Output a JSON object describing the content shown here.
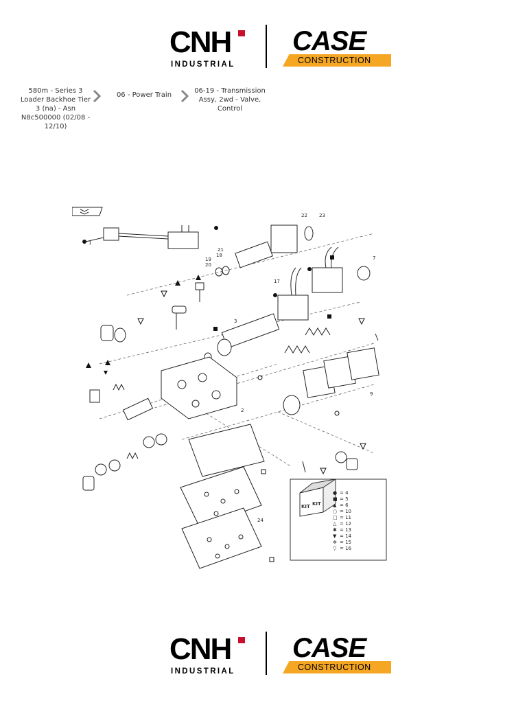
{
  "brand": {
    "cnh": "CNH",
    "cnh_sub": "INDUSTRIAL",
    "case": "CASE",
    "case_sub": "CONSTRUCTION",
    "accent": "#f5a623",
    "red": "#c8102e"
  },
  "breadcrumb": [
    {
      "label": "580m - Series 3 Loader Backhoe Tier 3 (na) - Asn N8c500000 (02/08 - 12/10)"
    },
    {
      "label": "06 - Power Train"
    },
    {
      "label": "06-19 - Transmission Assy, 2wd - Valve, Control"
    }
  ],
  "diagram": {
    "callouts": [
      "1",
      "22",
      "23",
      "21",
      "19",
      "18",
      "20",
      "17",
      "7",
      "3",
      "2",
      "9",
      "24"
    ],
    "kit": {
      "label": "KIT",
      "legend": [
        {
          "symbol": "●",
          "value": "= 4"
        },
        {
          "symbol": "■",
          "value": "= 5"
        },
        {
          "symbol": "▲",
          "value": "= 6"
        },
        {
          "symbol": "○",
          "value": "= 10"
        },
        {
          "symbol": "□",
          "value": "= 11"
        },
        {
          "symbol": "△",
          "value": "= 12"
        },
        {
          "symbol": "✱",
          "value": "= 13"
        },
        {
          "symbol": "▼",
          "value": "= 14"
        },
        {
          "symbol": "✲",
          "value": "= 15"
        },
        {
          "symbol": "▽",
          "value": "= 16"
        }
      ]
    }
  },
  "icons": {
    "chevron": "chevron-right-icon",
    "book": "book-icon"
  }
}
